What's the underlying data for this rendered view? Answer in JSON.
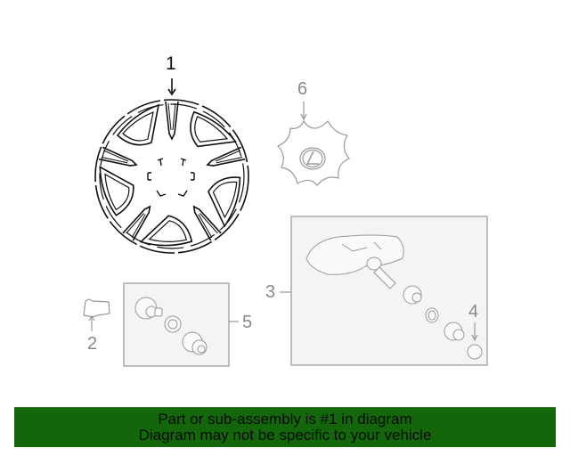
{
  "diagram": {
    "callouts": [
      {
        "id": "1",
        "label": "1",
        "part": "wheel-cover"
      },
      {
        "id": "2",
        "label": "2",
        "part": "tire-pressure-sensor-clip"
      },
      {
        "id": "3",
        "label": "3",
        "part": "tire-pressure-sensor-assembly"
      },
      {
        "id": "4",
        "label": "4",
        "part": "valve-cap"
      },
      {
        "id": "5",
        "label": "5",
        "part": "valve-stem-kit"
      },
      {
        "id": "6",
        "label": "6",
        "part": "center-cap"
      }
    ],
    "colors": {
      "highlight_stroke": "#111111",
      "secondary_stroke": "#999999",
      "box_stroke": "#aaaaaa",
      "box_fill": "#f4f4f4"
    }
  },
  "banner": {
    "line1": "Part or sub-assembly is #1 in diagram",
    "line2": "Diagram may not be specific to your vehicle",
    "background": "#13660a"
  }
}
